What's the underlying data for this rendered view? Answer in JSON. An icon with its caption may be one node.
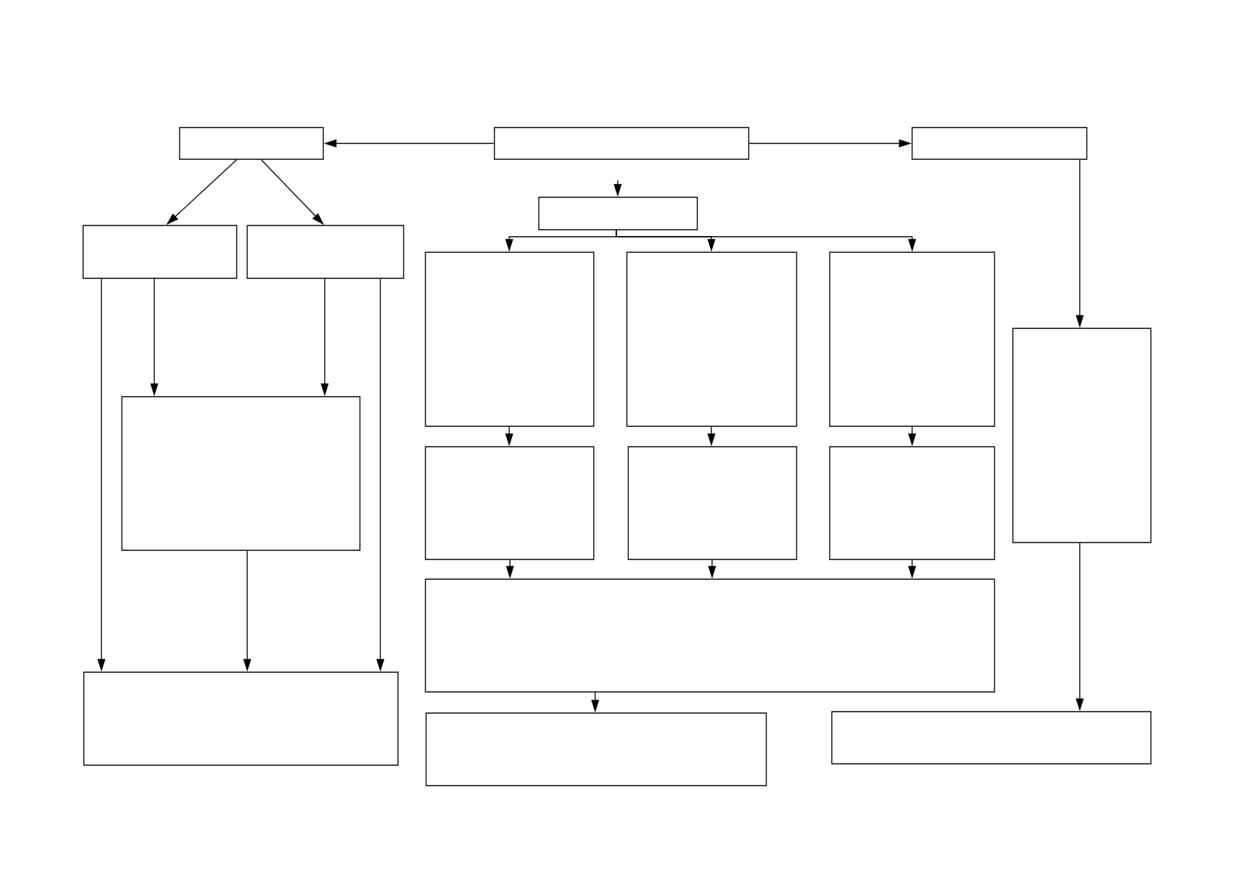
{
  "diagram": {
    "nodes": [
      {
        "text": [],
        "shape": "box"
      },
      {
        "text": [],
        "shape": "box"
      },
      {
        "text": [],
        "shape": "box"
      },
      {
        "text": [],
        "shape": "box"
      },
      {
        "text": [],
        "shape": "box"
      },
      {
        "text": [],
        "shape": "box"
      },
      {
        "text": [],
        "shape": "box"
      },
      {
        "text": [],
        "shape": "box"
      },
      {
        "text": [],
        "shape": "box"
      },
      {
        "text": [],
        "shape": "box"
      },
      {
        "text": [],
        "shape": "box"
      },
      {
        "text": [],
        "shape": "box"
      },
      {
        "text": [],
        "shape": "box"
      },
      {
        "text": [],
        "shape": "box"
      },
      {
        "text": [],
        "shape": "box"
      },
      {
        "text": [],
        "shape": "box"
      },
      {
        "text": [],
        "shape": "box"
      },
      {
        "text": [],
        "shape": "box"
      }
    ],
    "edges": [
      {
        "from": 1,
        "to": 0,
        "arrow": "to"
      },
      {
        "from": 1,
        "to": 2,
        "arrow": "to"
      },
      {
        "from": null,
        "to": 3,
        "arrow": "to"
      },
      {
        "from": 3,
        "to": 6,
        "arrow": "to"
      },
      {
        "from": 3,
        "to": 7,
        "arrow": "to"
      },
      {
        "from": 3,
        "to": 8,
        "arrow": "to"
      },
      {
        "from": 2,
        "to": 9,
        "arrow": "to"
      },
      {
        "from": 0,
        "to": 4,
        "arrow": "to"
      },
      {
        "from": 0,
        "to": 5,
        "arrow": "to"
      },
      {
        "from": 4,
        "to": 10,
        "arrow": "to"
      },
      {
        "from": 5,
        "to": 10,
        "arrow": "to"
      },
      {
        "from": 4,
        "to": 15,
        "arrow": "to"
      },
      {
        "from": 5,
        "to": 15,
        "arrow": "to"
      },
      {
        "from": 10,
        "to": 15,
        "arrow": "to"
      },
      {
        "from": 6,
        "to": 11,
        "arrow": "to"
      },
      {
        "from": 7,
        "to": 12,
        "arrow": "to"
      },
      {
        "from": 8,
        "to": 13,
        "arrow": "to"
      },
      {
        "from": 11,
        "to": 14,
        "arrow": "to"
      },
      {
        "from": 12,
        "to": 14,
        "arrow": "to"
      },
      {
        "from": 13,
        "to": 14,
        "arrow": "to"
      },
      {
        "from": 14,
        "to": 16,
        "arrow": "to"
      },
      {
        "from": 9,
        "to": 17,
        "arrow": "to"
      }
    ]
  }
}
